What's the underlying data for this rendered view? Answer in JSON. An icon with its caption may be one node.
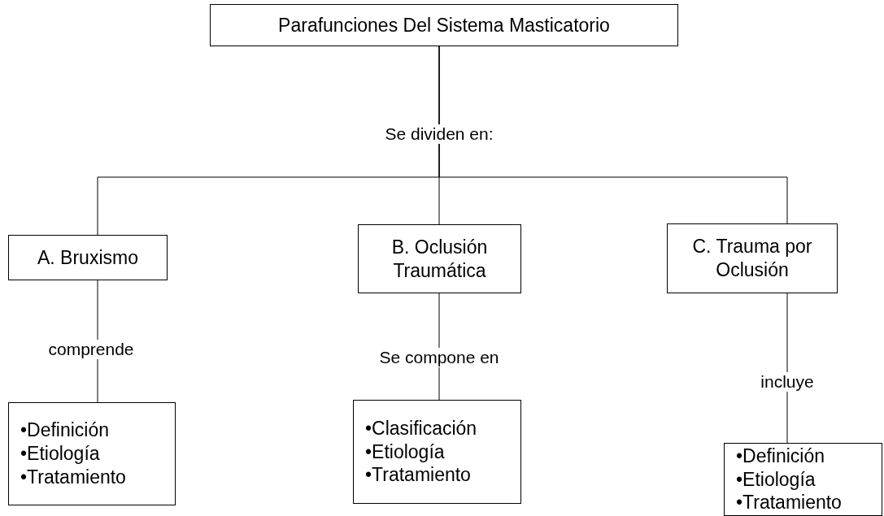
{
  "diagram": {
    "nodes": [
      {
        "text": [
          "Parafunciones Del Sistema Masticatorio"
        ]
      },
      {
        "text": [
          "A. Bruxismo"
        ]
      },
      {
        "text": [
          "B. Oclusión Traumática"
        ]
      },
      {
        "text": [
          "C. Trauma por Oclusión"
        ]
      },
      {
        "text": [
          "•Definición",
          "•Etiología",
          "•Tratamiento"
        ]
      },
      {
        "text": [
          "•Clasificación",
          "•Etiología",
          "•Tratamiento"
        ]
      },
      {
        "text": [
          "•Definición",
          "•Etiología",
          "•Tratamiento"
        ]
      }
    ],
    "edges": [
      {
        "from": 0,
        "to": 1,
        "arrow": "none"
      },
      {
        "from": 0,
        "to": 2,
        "arrow": "none",
        "label": "Se dividen en:"
      },
      {
        "from": 0,
        "to": 3,
        "arrow": "none"
      },
      {
        "from": 1,
        "to": 4,
        "arrow": "none",
        "label": "comprende"
      },
      {
        "from": 2,
        "to": 5,
        "arrow": "none",
        "label": "Se compone en"
      },
      {
        "from": 3,
        "to": 6,
        "arrow": "none",
        "label": "incluye"
      }
    ]
  }
}
